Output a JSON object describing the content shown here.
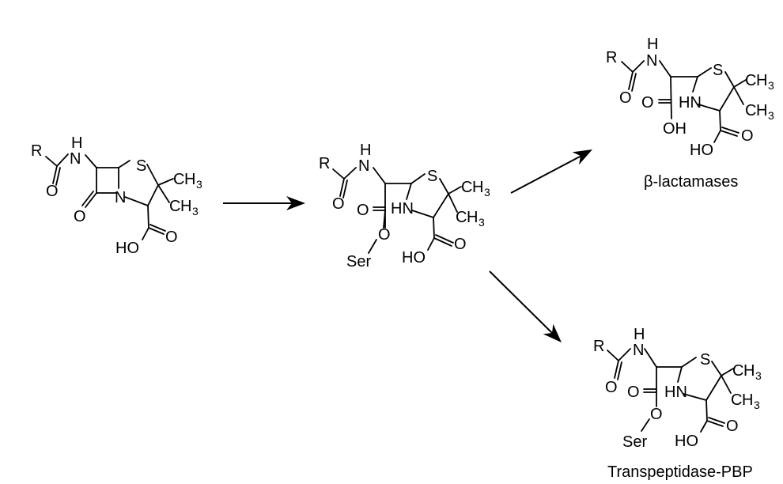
{
  "diagram": {
    "atoms": {
      "R": "R",
      "N": "N",
      "H": "H",
      "O": "O",
      "S": "S",
      "C": "C",
      "HN": "HN",
      "HO": "HO",
      "OH": "OH",
      "Ser": "Ser",
      "CH": "CH",
      "three": "3"
    },
    "labels": {
      "beta_lactamases": "β-lactamases",
      "transpeptidase": "Transpeptidase-PBP"
    }
  }
}
